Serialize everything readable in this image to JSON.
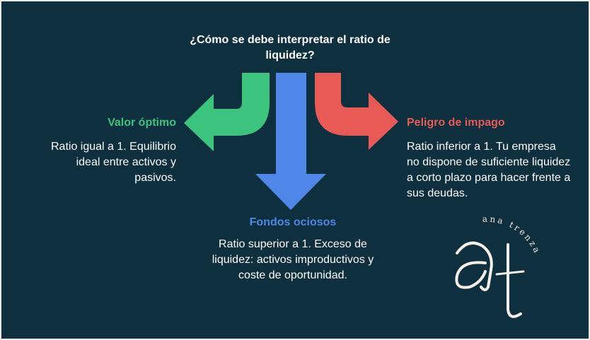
{
  "title": "¿Cómo se debe interpretar el ratio de liquidez?",
  "options": {
    "left": {
      "heading": "Valor óptimo",
      "text": "Ratio igual a 1. Equilibrio ideal entre activos y pasivos.",
      "color": "#3cc47e"
    },
    "center": {
      "heading": "Fondos ociosos",
      "text": "Ratio superior a 1. Exceso de liquidez: activos improductivos y coste de oportunidad.",
      "color": "#4f87e8"
    },
    "right": {
      "heading": "Peligro de impago",
      "text": "Ratio inferior a 1. Tu empresa no dispone de suficiente liquidez a corto plazo para hacer frente a sus deudas.",
      "color": "#e85a55"
    }
  },
  "logo": {
    "wordmark": "ana trenza",
    "initials": "at",
    "color": "#f3efe8"
  },
  "colors": {
    "background": "#0d2f3e",
    "text": "#ffffff"
  }
}
